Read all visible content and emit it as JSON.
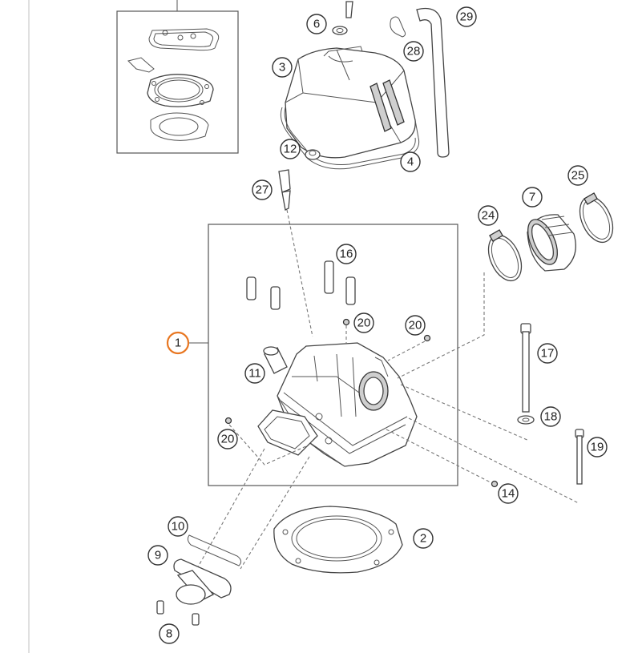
{
  "diagram": {
    "type": "exploded-parts-diagram",
    "highlight_color": "#e87722",
    "callouts": [
      {
        "id": "1",
        "label": "1",
        "highlighted": true
      },
      {
        "id": "2",
        "label": "2"
      },
      {
        "id": "3",
        "label": "3"
      },
      {
        "id": "4",
        "label": "4"
      },
      {
        "id": "6",
        "label": "6"
      },
      {
        "id": "7",
        "label": "7"
      },
      {
        "id": "8",
        "label": "8"
      },
      {
        "id": "9",
        "label": "9"
      },
      {
        "id": "10",
        "label": "10"
      },
      {
        "id": "11",
        "label": "11"
      },
      {
        "id": "12",
        "label": "12"
      },
      {
        "id": "14",
        "label": "14"
      },
      {
        "id": "16",
        "label": "16"
      },
      {
        "id": "17",
        "label": "17"
      },
      {
        "id": "18",
        "label": "18"
      },
      {
        "id": "19",
        "label": "19"
      },
      {
        "id": "20a",
        "label": "20"
      },
      {
        "id": "20b",
        "label": "20"
      },
      {
        "id": "20c",
        "label": "20"
      },
      {
        "id": "24",
        "label": "24"
      },
      {
        "id": "25",
        "label": "25"
      },
      {
        "id": "27",
        "label": "27"
      },
      {
        "id": "28",
        "label": "28"
      },
      {
        "id": "29",
        "label": "29"
      }
    ]
  }
}
